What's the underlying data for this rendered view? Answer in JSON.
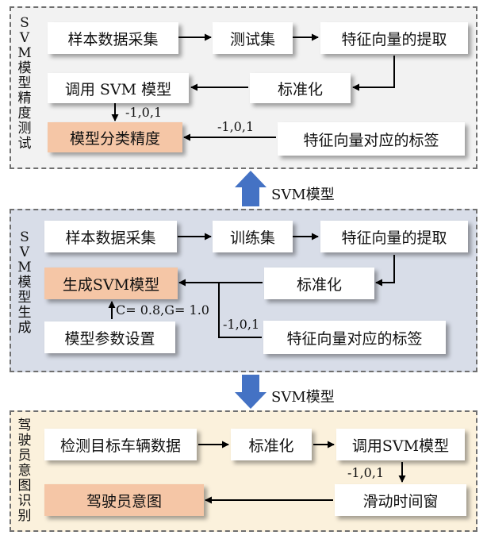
{
  "top_section": {
    "label": "SVM模型精度测试",
    "boxes": {
      "sample_collect": "样本数据采集",
      "test_set": "测试集",
      "feature_extract": "特征向量的提取",
      "call_svm": "调用 SVM 模型",
      "normalize": "标准化",
      "accuracy": "模型分类精度",
      "feature_labels": "特征向量对应的标签"
    },
    "edge_labels": {
      "call_svm_out": "-1,0,1",
      "labels_out": "-1,0,1"
    }
  },
  "transfer_labels": {
    "upper": "SVM模型",
    "lower": "SVM模型"
  },
  "middle_section": {
    "label": "SVM模型生成",
    "boxes": {
      "sample_collect": "样本数据采集",
      "train_set": "训练集",
      "feature_extract": "特征向量的提取",
      "generate_svm": "生成SVM模型",
      "normalize": "标准化",
      "param_setting": "模型参数设置",
      "feature_labels": "特征向量对应的标签"
    },
    "edge_labels": {
      "params": "C= 0.8,G= 1.0",
      "labels_out": "-1,0,1"
    }
  },
  "bottom_section": {
    "label": "驾驶员意图识别",
    "boxes": {
      "vehicle_data": "检测目标车辆数据",
      "normalize": "标准化",
      "call_svm": "调用SVM模型",
      "intent": "驾驶员意图",
      "sliding_window": "滑动时间窗"
    },
    "edge_labels": {
      "call_svm_out": "-1,0,1"
    }
  },
  "colors": {
    "panel_top": "#f2f2f2",
    "panel_mid": "#d8dde8",
    "panel_bot": "#fbf1dc",
    "highlight_box": "#f5c6a6",
    "big_arrow": "#4472c4"
  }
}
